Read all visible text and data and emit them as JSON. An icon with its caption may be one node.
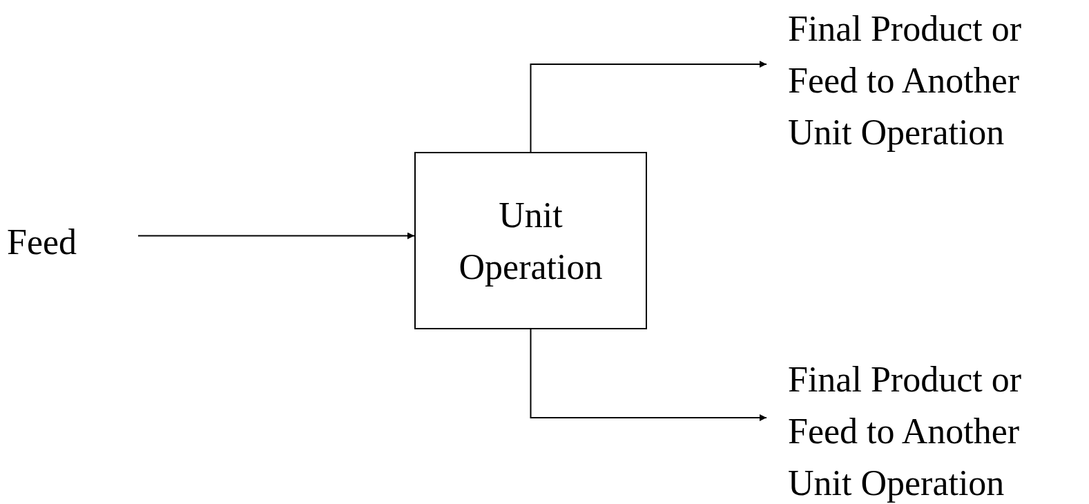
{
  "diagram": {
    "nodes": [
      {
        "text": [
          "Feed"
        ]
      },
      {
        "text": [
          "Unit Operation"
        ]
      },
      {
        "text": [
          "Final Product or Feed to Another Unit Operation"
        ]
      },
      {
        "text": [
          "Final Product or Feed to Another Unit Operation"
        ]
      }
    ],
    "edges": [
      {
        "from": 0,
        "to": 1,
        "arrow": "to"
      },
      {
        "from": 1,
        "to": 2,
        "arrow": "to"
      },
      {
        "from": 1,
        "to": 3,
        "arrow": "to"
      }
    ]
  }
}
